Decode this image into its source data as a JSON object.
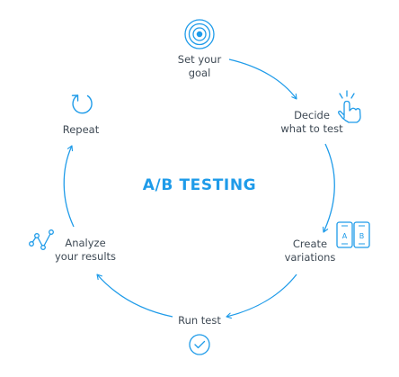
{
  "title": "A/B TESTING",
  "accent_color": "#1e9be9",
  "text_color": "#3f4a55",
  "steps": [
    {
      "id": "goal",
      "lines": [
        "Set your",
        "goal"
      ],
      "icon": "target-icon"
    },
    {
      "id": "decide",
      "lines": [
        "Decide",
        "what to test"
      ],
      "icon": "tap-hand-icon"
    },
    {
      "id": "create",
      "lines": [
        "Create",
        "variations"
      ],
      "icon": "phones-ab-icon"
    },
    {
      "id": "run",
      "lines": [
        "Run test"
      ],
      "icon": "check-circle-icon"
    },
    {
      "id": "analyze",
      "lines": [
        "Analyze",
        "your results"
      ],
      "icon": "line-graph-icon"
    },
    {
      "id": "repeat",
      "lines": [
        "Repeat"
      ],
      "icon": "refresh-icon"
    }
  ],
  "variant_labels": [
    "A",
    "B"
  ]
}
